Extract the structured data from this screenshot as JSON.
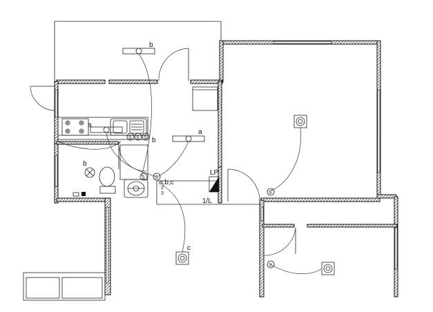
{
  "plan": {
    "circuit_labels": {
      "b_top": "b",
      "a_kitchen": "a",
      "a_hall": "a",
      "b_bath": "b",
      "b_small": "b",
      "abc": "a,b,c",
      "c": "c"
    },
    "panel": {
      "lp": "LP",
      "breaker": "1/L"
    },
    "switch_symbol": "S",
    "breaker_numbers": [
      "2",
      "3"
    ]
  },
  "colors": {
    "line": "#111111",
    "background": "#ffffff"
  },
  "icons": [
    "ceiling-light-icon",
    "fluorescent-light-icon",
    "switch-icon",
    "wall-light-icon",
    "panel-icon",
    "stove-icon",
    "sink-icon",
    "toilet-icon",
    "washbasin-icon"
  ]
}
